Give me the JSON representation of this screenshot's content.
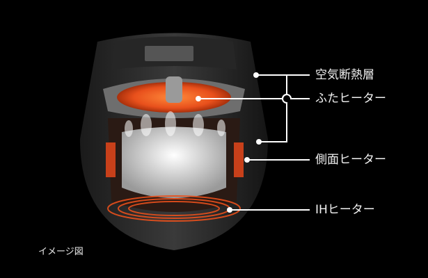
{
  "labels": {
    "air_insulation": "空気断熱層",
    "lid_heater": "ふたヒーター",
    "side_heater": "側面ヒーター",
    "ih_heater": "IHヒーター"
  },
  "caption": "イメージ図",
  "colors": {
    "background": "#000000",
    "heater": "#e8501c",
    "line": "#ffffff"
  }
}
